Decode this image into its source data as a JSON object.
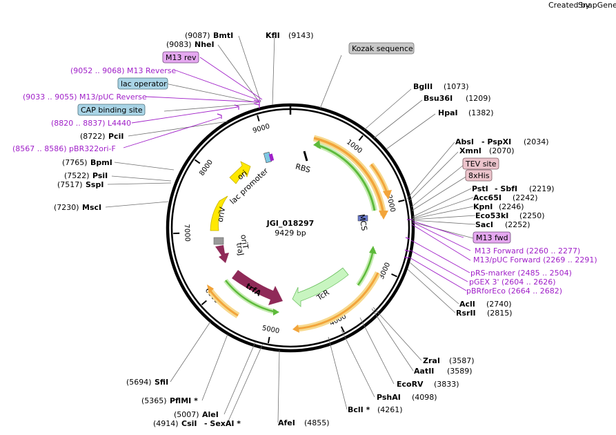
{
  "credit": {
    "created_by": "Created by",
    "brand": "SnapGene"
  },
  "map": {
    "title": "JGI_018297",
    "length": "9429 bp",
    "ticks": [
      {
        "pos": 1000,
        "label": "1000"
      },
      {
        "pos": 2000,
        "label": "2000"
      },
      {
        "pos": 3000,
        "label": "3000"
      },
      {
        "pos": 4000,
        "label": "4000"
      },
      {
        "pos": 5000,
        "label": "5000"
      },
      {
        "pos": 6000,
        "label": "6000"
      },
      {
        "pos": 7000,
        "label": "7000"
      },
      {
        "pos": 8000,
        "label": "8000"
      },
      {
        "pos": 9000,
        "label": "9000"
      }
    ]
  },
  "features": {
    "rbs": "RBS",
    "mcs": "MCS",
    "lac_promoter": "lac promoter",
    "ori": "ori",
    "oriV": "oriV",
    "oriT": "oriT",
    "traJ": "traJ",
    "trfA": "trfA",
    "TcR": "TcR",
    "colors": {
      "orange": "#f2a43a",
      "green": "#5dba3b",
      "yellow": "#ffe800",
      "maroon": "#8f2a58",
      "mint": "#c8f5c0",
      "gray": "#9a9a9a"
    }
  },
  "left_labels": [
    {
      "key": "bmti",
      "num": "(9087)",
      "name": "BmtI"
    },
    {
      "key": "nhei",
      "num": "(9083)",
      "name": "NheI"
    },
    {
      "key": "pcii",
      "num": "(8722)",
      "name": "PciI"
    },
    {
      "key": "bpmi",
      "num": "(7765)",
      "name": "BpmI"
    },
    {
      "key": "psii",
      "num": "(7522)",
      "name": "PsiI"
    },
    {
      "key": "sspi",
      "num": "(7517)",
      "name": "SspI"
    },
    {
      "key": "msci",
      "num": "(7230)",
      "name": "MscI"
    },
    {
      "key": "sfii",
      "num": "(5694)",
      "name": "SfiI"
    },
    {
      "key": "pflmi",
      "num": "(5365)",
      "name": "PflMI *"
    },
    {
      "key": "alei",
      "num": "(5007)",
      "name": "AleI"
    },
    {
      "key": "csii",
      "num": "(4914)",
      "name": "CsiI",
      "extra": "- SexAI *"
    }
  ],
  "right_labels": [
    {
      "key": "kfli",
      "name": "KflI",
      "num": "(9143)"
    },
    {
      "key": "bglii",
      "name": "BglII",
      "num": "(1073)"
    },
    {
      "key": "bsu36i",
      "name": "Bsu36I",
      "num": "(1209)"
    },
    {
      "key": "hpai",
      "name": "HpaI",
      "num": "(1382)"
    },
    {
      "key": "absi",
      "name": "AbsI",
      "extra": "- PspXI",
      "num": "(2034)"
    },
    {
      "key": "xmni",
      "name": "XmnI",
      "num": "(2070)"
    },
    {
      "key": "psti",
      "name": "PstI",
      "extra": "- SbfI",
      "num": "(2219)"
    },
    {
      "key": "acc65i",
      "name": "Acc65I",
      "num": "(2242)"
    },
    {
      "key": "kpni",
      "name": "KpnI",
      "num": "(2246)"
    },
    {
      "key": "eco53ki",
      "name": "Eco53kI",
      "num": "(2250)"
    },
    {
      "key": "saci",
      "name": "SacI",
      "num": "(2252)"
    },
    {
      "key": "acli",
      "name": "AclI",
      "num": "(2740)"
    },
    {
      "key": "rsrii",
      "name": "RsrII",
      "num": "(2815)"
    },
    {
      "key": "zrai",
      "name": "ZraI",
      "num": "(3587)"
    },
    {
      "key": "aatii",
      "name": "AatII",
      "num": "(3589)"
    },
    {
      "key": "ecorv",
      "name": "EcoRV",
      "num": "(3833)"
    },
    {
      "key": "pshai",
      "name": "PshAI",
      "num": "(4098)"
    },
    {
      "key": "bcli",
      "name": "BclI *",
      "num": "(4261)"
    },
    {
      "key": "afei",
      "name": "AfeI",
      "num": "(4855)"
    }
  ],
  "primers": [
    {
      "key": "m13rev_long",
      "text": "(9052 .. 9068)  M13 Reverse"
    },
    {
      "key": "m13puc_rev",
      "text": "(9033 .. 9055)  M13/pUC Reverse"
    },
    {
      "key": "l4440",
      "text": "(8820 .. 8837)  L4440"
    },
    {
      "key": "pbr322",
      "text": "(8567 .. 8586)  pBR322ori-F"
    },
    {
      "key": "m13fwd_long",
      "text": "M13 Forward    (2260 .. 2277)"
    },
    {
      "key": "m13puc_fwd",
      "text": "M13/pUC Forward     (2269 .. 2291)"
    },
    {
      "key": "prs",
      "text": "pRS-marker     (2485 .. 2504)"
    },
    {
      "key": "pgex",
      "text": "pGEX 3'     (2604 .. 2626)"
    },
    {
      "key": "pbrfor",
      "text": "pBRforEco     (2664 .. 2682)"
    }
  ],
  "boxes": {
    "m13rev": "M13 rev",
    "lac_operator": "lac operator",
    "cap": "CAP binding site",
    "kozak": "Kozak sequence",
    "tev": "TEV site",
    "his": "8xHis",
    "m13fwd": "M13 fwd"
  }
}
